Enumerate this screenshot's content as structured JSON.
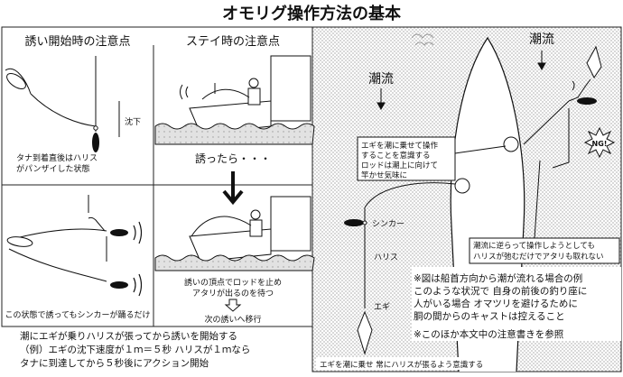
{
  "title": "オモリグ操作方法の基本",
  "left": {
    "panel1": {
      "heading": "誘い開始時の注意点",
      "sink_label": "沈下",
      "caption_lines": [
        "タナ到着直後はハリス",
        "がパンザイした状態"
      ]
    },
    "panel2": {
      "heading": "ステイ時の注意点",
      "prompt": "誘ったら・・・"
    },
    "panel3": {
      "caption": "この状態で誘ってもシンカーが踊るだけ"
    },
    "panel4": {
      "caption_lines": [
        "誘いの頂点でロッドを止め",
        "アタリが出るのを待つ"
      ],
      "next_label": "次の誘いへ移行"
    },
    "bottom_note_lines": [
      "潮にエギが乗りハリスが張ってから誘いを開始する",
      "（例）エギの沈下速度が１ｍ＝５秒 ハリスが１ｍなら",
      "タナに到達してから５秒後にアクション開始"
    ]
  },
  "right": {
    "current_label_left": "潮流",
    "current_label_right": "潮流",
    "ng_label": "NG!",
    "good_callout_lines": [
      "エギを潮に乗せて操作",
      "することを意識する",
      "ロッドは潮上に向けて",
      "竿かせ気味に"
    ],
    "bad_callout_lines": [
      "潮流に逆らって操作しようとしても",
      "ハリスが弛むだけでアタリも取れない"
    ],
    "sinker_label": "シンカー",
    "leader_label": "ハリス",
    "egi_label": "エギ",
    "note_lines": [
      "※図は船首方向から潮が流れる場合の例",
      "このような状況で 自身の前後の釣り座に",
      "人がいる場合 オマツリを避けるために",
      "胴の間からのキャストは控えること"
    ],
    "note2": "※このほか本文中の注意書きを参照",
    "bottom_caption": "エギを潮に乗せ 常にハリスが張るよう意識する"
  },
  "colors": {
    "line": "#111111",
    "hatch": "#cfcfcf",
    "water": "#dcdcdc",
    "background": "#ffffff"
  },
  "icons": [
    "rod-tip-icon",
    "sinker-icon",
    "egi-icon",
    "boat-icon",
    "angler-icon",
    "splash-icon",
    "down-arrow-icon"
  ]
}
